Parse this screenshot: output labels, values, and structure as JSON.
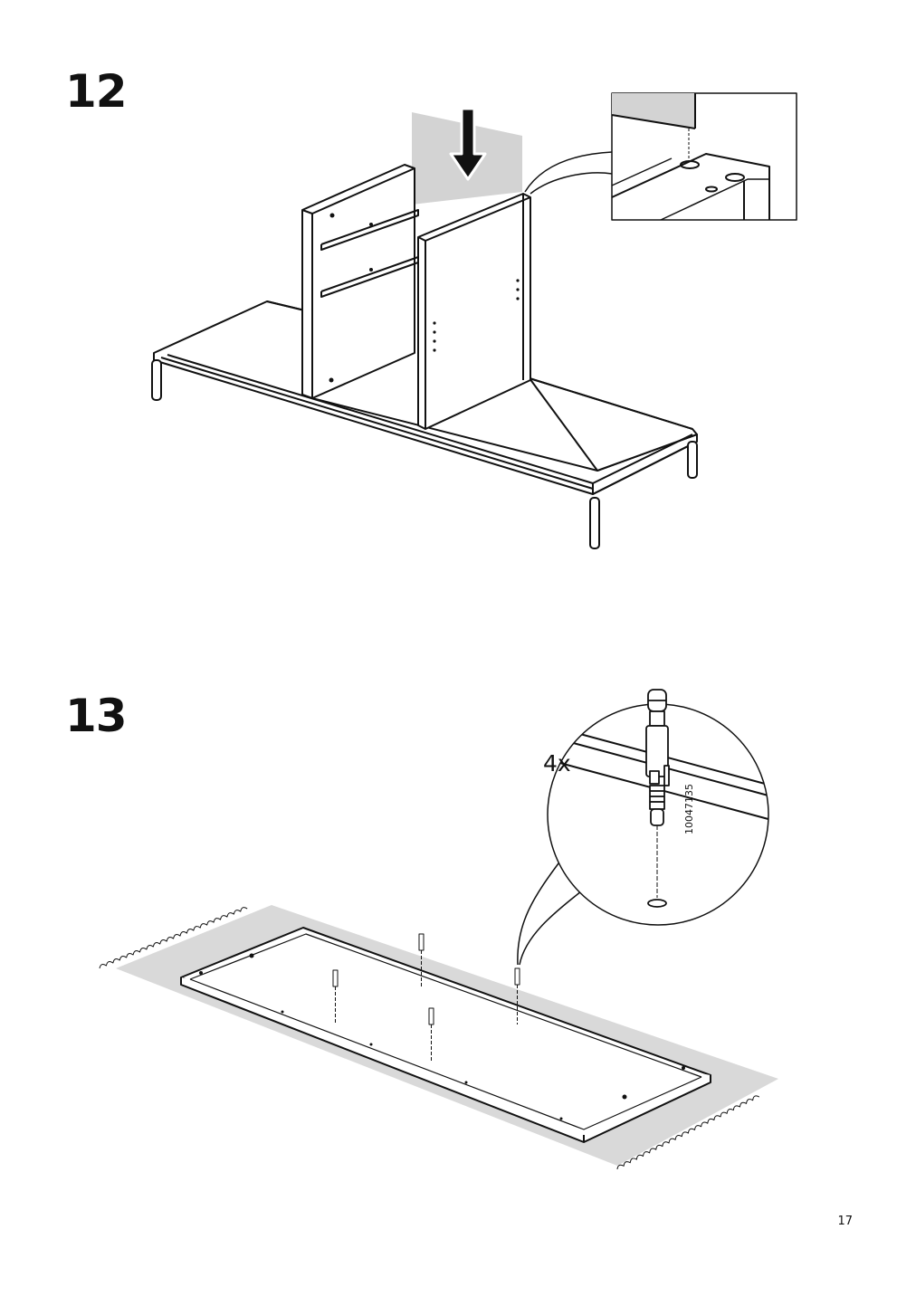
{
  "page": {
    "number": "17"
  },
  "steps": [
    {
      "number": "12"
    },
    {
      "number": "13",
      "quantity": "4x",
      "part_code": "10047135"
    }
  ],
  "colors": {
    "ink": "#111111",
    "panel_fill": "#d3d3d3",
    "rug_fill": "#d9d9d9",
    "background": "#ffffff"
  },
  "icons": [
    "down-arrow-icon",
    "cam-lock-dowel-icon"
  ]
}
